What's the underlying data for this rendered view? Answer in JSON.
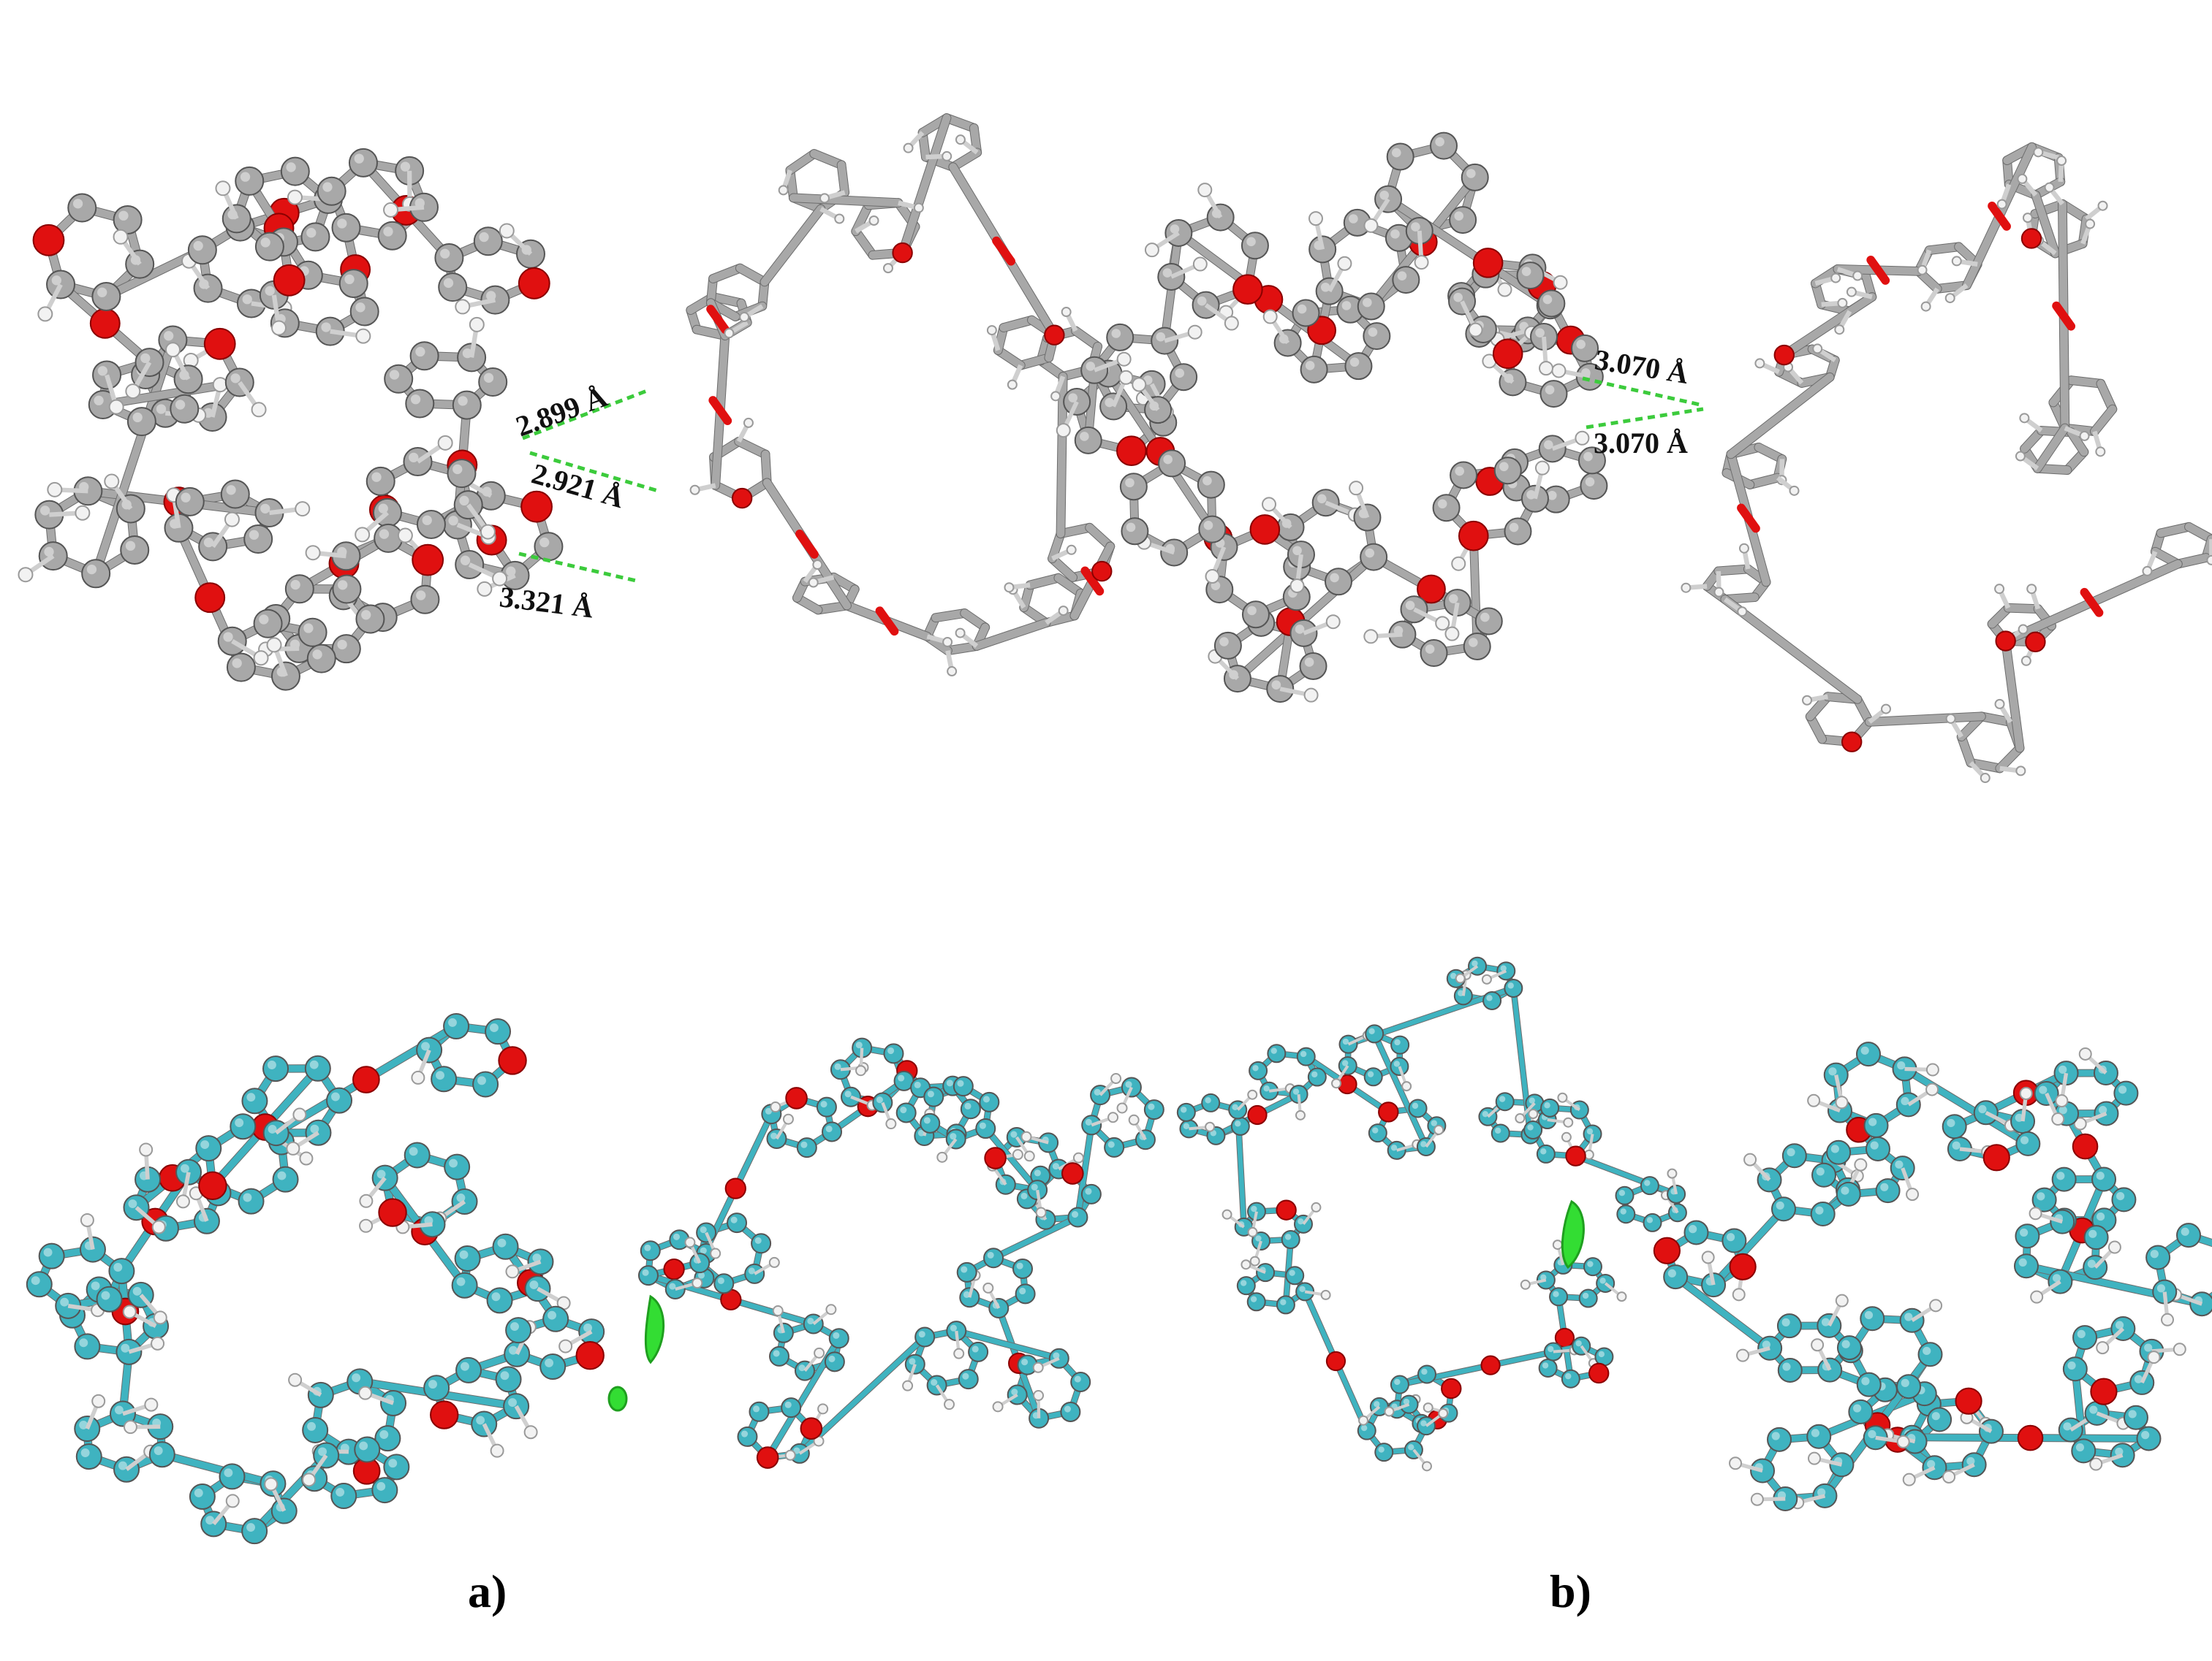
{
  "distances": {
    "a1": "2.899 Å",
    "a2": "2.921 Å",
    "a3": "3.321 Å",
    "b1": "3.070 Å",
    "b2": "3.070 Å"
  },
  "panel_labels": {
    "a": "a)",
    "b": "b)"
  },
  "colors": {
    "carbon_grey": "#a8a8a8",
    "carbon_teal": "#3fb3c0",
    "oxygen": "#e01010",
    "hydrogen": "#f2f2f2",
    "contact_line": "#3ccb3c",
    "isosurface": "#33dd33"
  }
}
